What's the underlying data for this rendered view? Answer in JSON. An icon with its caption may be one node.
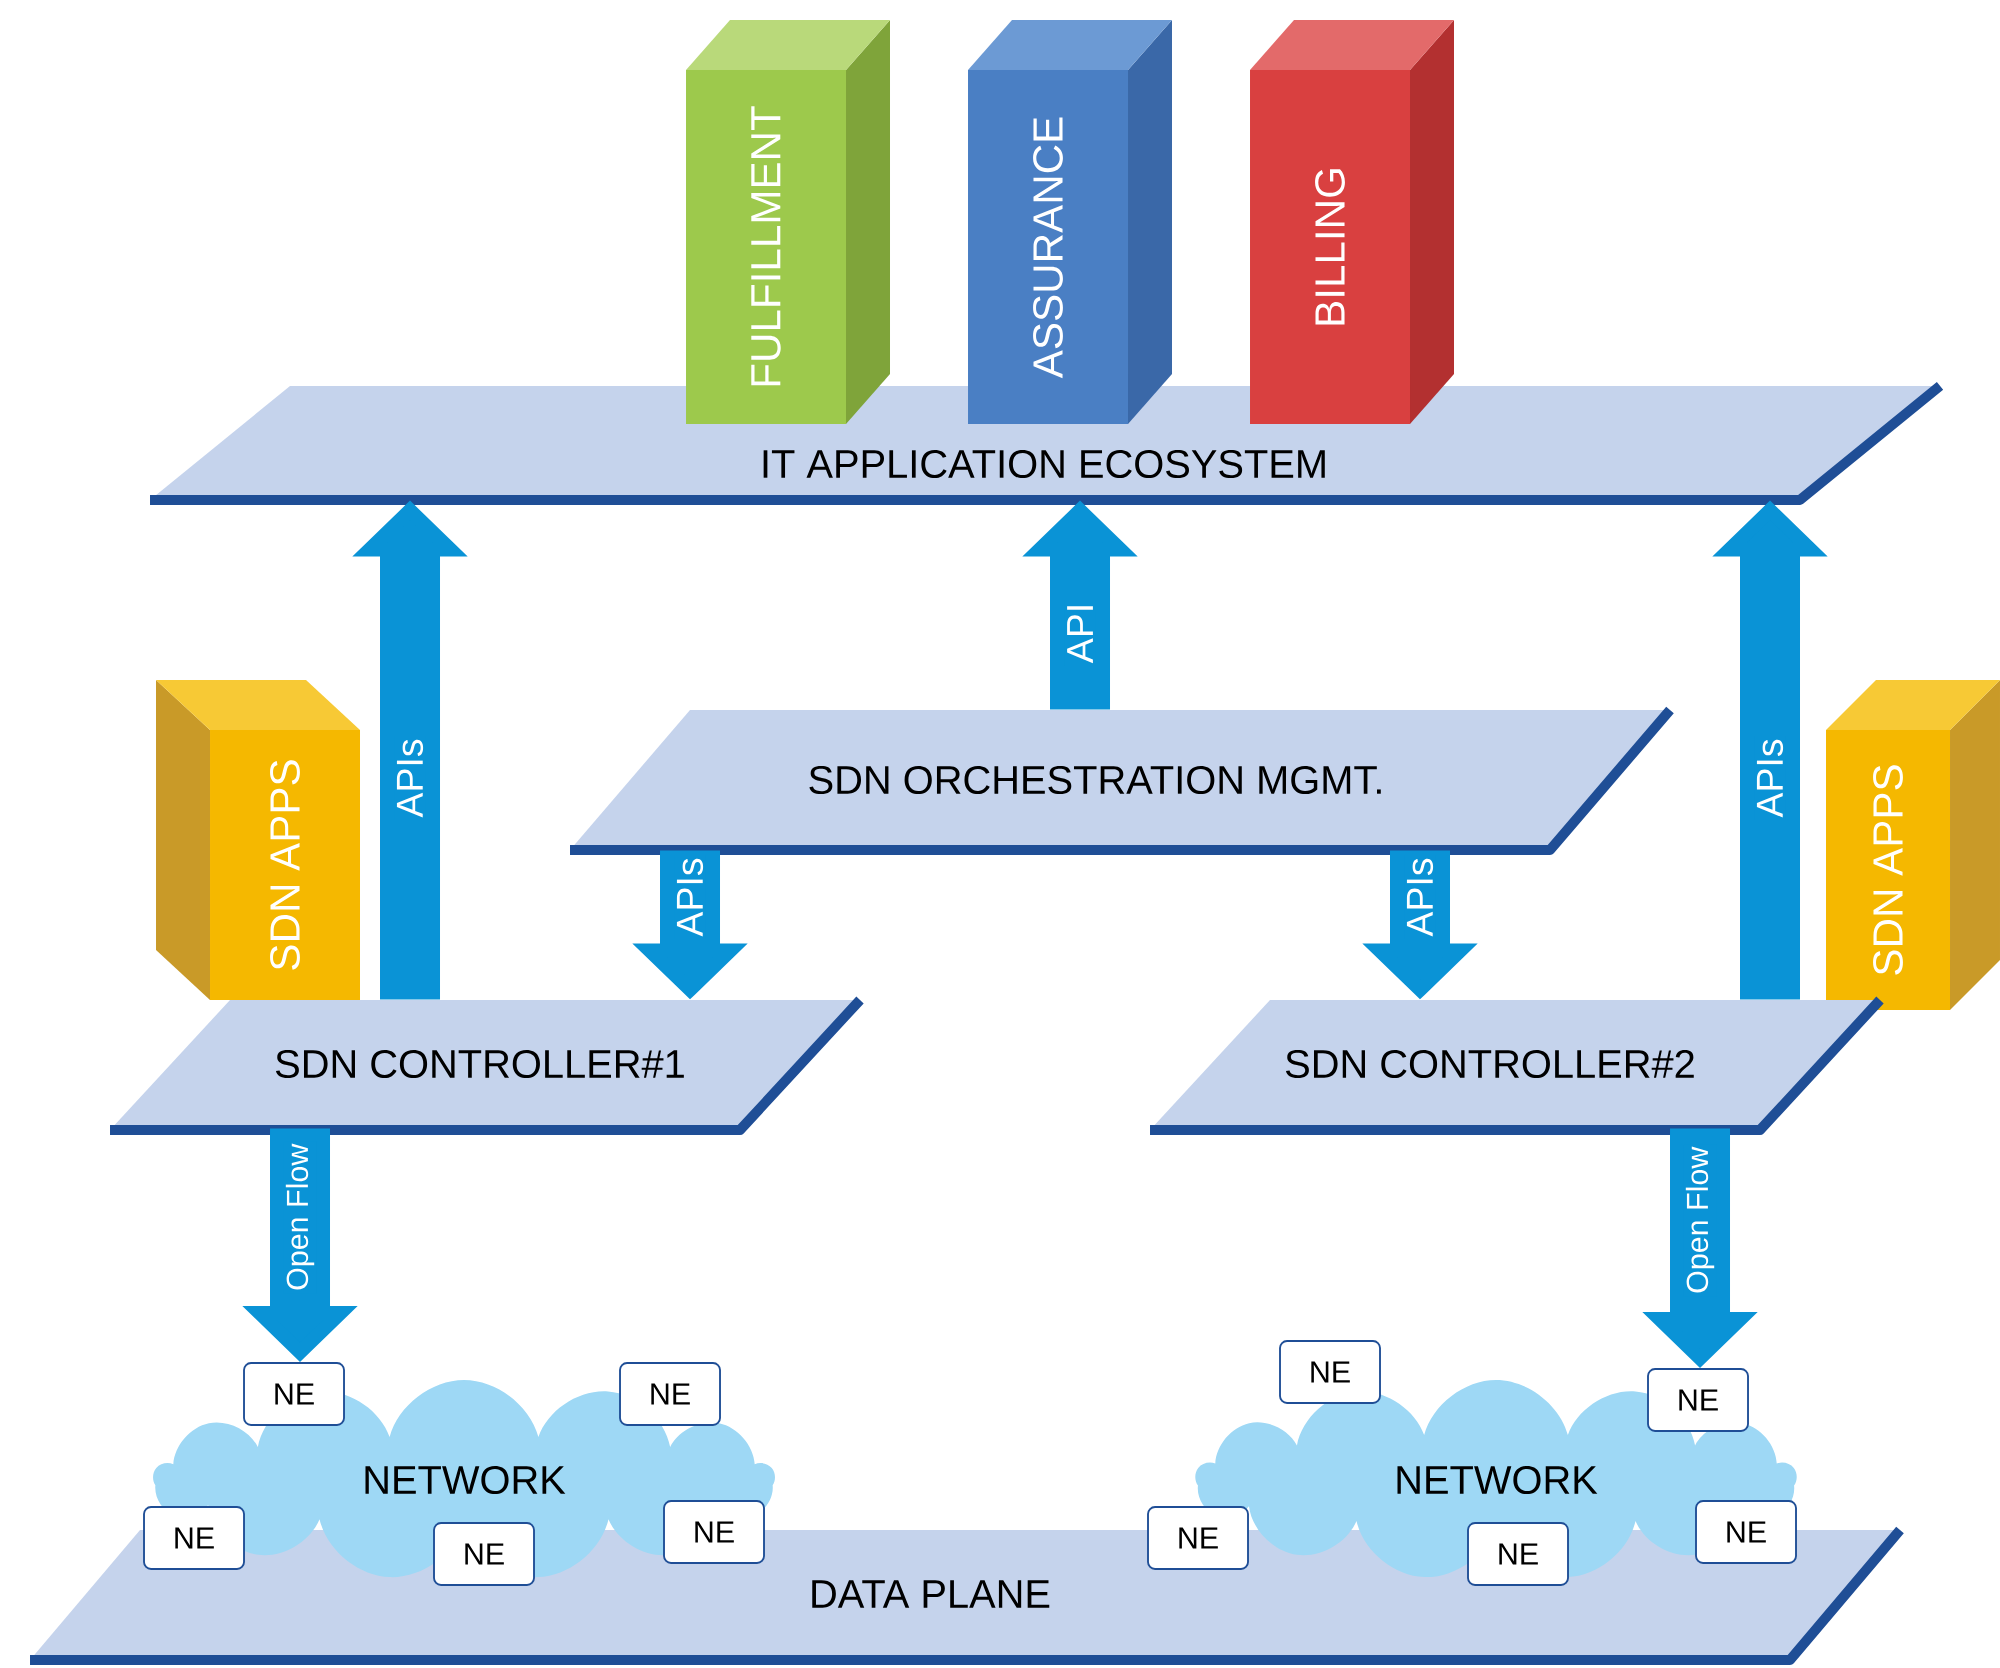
{
  "diagram": {
    "nodes": [
      {
        "text": [
          "IT APPLICATION ECOSYSTEM"
        ]
      },
      {
        "text": [
          "FULFILLMENT"
        ]
      },
      {
        "text": [
          "ASSURANCE"
        ]
      },
      {
        "text": [
          "BILLING"
        ]
      },
      {
        "text": [
          "SDN ORCHESTRATION MGMT."
        ]
      },
      {
        "text": [
          "SDN APPS"
        ]
      },
      {
        "text": [
          "SDN CONTROLLER#1"
        ]
      },
      {
        "text": [
          "SDN APPS"
        ]
      },
      {
        "text": [
          "SDN CONTROLLER#2"
        ]
      },
      {
        "text": [
          "DATA PLANE"
        ]
      },
      {
        "text": [
          "NETWORK"
        ]
      },
      {
        "text": [
          "NE"
        ]
      },
      {
        "text": [
          "NE"
        ]
      },
      {
        "text": [
          "NE"
        ]
      },
      {
        "text": [
          "NE"
        ]
      },
      {
        "text": [
          "NE"
        ]
      },
      {
        "text": [
          "NETWORK"
        ]
      },
      {
        "text": [
          "NE"
        ]
      },
      {
        "text": [
          "NE"
        ]
      },
      {
        "text": [
          "NE"
        ]
      },
      {
        "text": [
          "NE"
        ]
      },
      {
        "text": [
          "NE"
        ]
      }
    ],
    "edges": [
      {
        "from": 6,
        "to": 0,
        "arrow": "to",
        "label": "APIs"
      },
      {
        "from": 4,
        "to": 0,
        "arrow": "to",
        "label": "API"
      },
      {
        "from": 4,
        "to": 6,
        "arrow": "to",
        "label": "APIs"
      },
      {
        "from": 4,
        "to": 8,
        "arrow": "to",
        "label": "APIs"
      },
      {
        "from": 8,
        "to": 0,
        "arrow": "to",
        "label": "APIs"
      },
      {
        "from": 6,
        "to": 11,
        "arrow": "to",
        "label": "Open Flow"
      },
      {
        "from": 8,
        "to": 18,
        "arrow": "to",
        "label": "Open Flow"
      }
    ]
  }
}
